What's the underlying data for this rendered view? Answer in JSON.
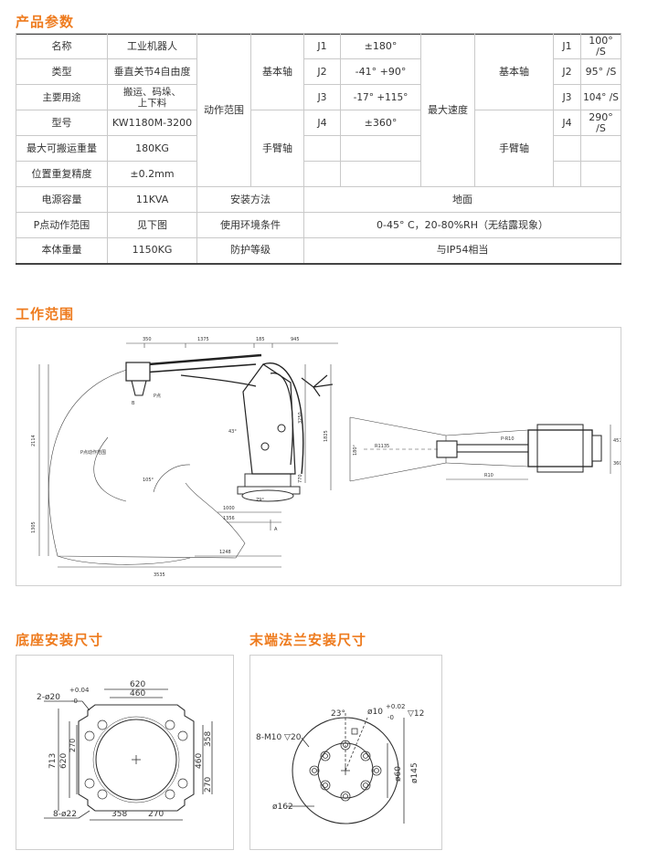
{
  "sections": {
    "params": "产品参数",
    "range": "工作范围",
    "base": "底座安装尺寸",
    "flange": "末端法兰安装尺寸"
  },
  "spec": {
    "rows": [
      {
        "label": "名称",
        "value": "工业机器人"
      },
      {
        "label": "类型",
        "value": "垂直关节4自由度"
      },
      {
        "label": "主要用途",
        "value": "搬运、码垛、上下料"
      },
      {
        "label": "型号",
        "value": "KW1180M-3200"
      },
      {
        "label": "最大可搬运重量",
        "value": "180KG"
      },
      {
        "label": "位置重复精度",
        "value": "±0.2mm"
      },
      {
        "label": "电源容量",
        "value": "11KVA"
      },
      {
        "label": "P点动作范围",
        "value": "见下图"
      },
      {
        "label": "本体重量",
        "value": "1150KG"
      }
    ],
    "motion_range": "动作范围",
    "max_speed": "最大速度",
    "base_axis": "基本轴",
    "arm_axis": "手臂轴",
    "joints": [
      {
        "name": "J1",
        "range": "±180°",
        "speed": "100° /S"
      },
      {
        "name": "J2",
        "range": "-41° +90°",
        "speed": "95° /S"
      },
      {
        "name": "J3",
        "range": "-17° +115°",
        "speed": "104° /S"
      },
      {
        "name": "J4",
        "range": "±360°",
        "speed": "290° /S"
      }
    ],
    "install_method": {
      "label": "安装方法",
      "value": "地面"
    },
    "environment": {
      "label": "使用环境条件",
      "value": "0-45° C，20-80%RH（无结露现象）"
    },
    "protection": {
      "label": "防护等级",
      "value": "与IP54相当"
    }
  },
  "range_drawing": {
    "dims_top": [
      "350",
      "1375",
      "185",
      "945"
    ],
    "dims_bottom": [
      "1000",
      "1356",
      "1248",
      "3535"
    ],
    "dims_vertical": [
      "2114",
      "1305",
      "3250",
      "1825",
      "770"
    ],
    "angle_labels": [
      "105°",
      "43°",
      "79°"
    ],
    "labels": {
      "p_range": "P点动作范围",
      "b": "B",
      "p": "P点",
      "a": "A"
    },
    "top_view": {
      "angle": "180°",
      "r_inner": "R1135",
      "r_outer": "R10",
      "p_label": "P-R10",
      "dims": [
        "457",
        "360"
      ]
    }
  },
  "base_drawing": {
    "hole_spec": "2-ø20",
    "tol_plus": "+0.04",
    "tol_minus": "-0",
    "dims": [
      "620",
      "460",
      "713",
      "620",
      "270",
      "460",
      "358",
      "270",
      "358",
      "270"
    ],
    "bolt_spec": "8-ø22"
  },
  "flange_drawing": {
    "angle": "23°",
    "pin_spec": "ø10",
    "tol_plus": "+0.02",
    "tol_minus": "-0",
    "depth": "▽12",
    "thread_spec": "8-M10 ▽20",
    "dims": [
      "ø60",
      "ø145",
      "ø162"
    ]
  }
}
